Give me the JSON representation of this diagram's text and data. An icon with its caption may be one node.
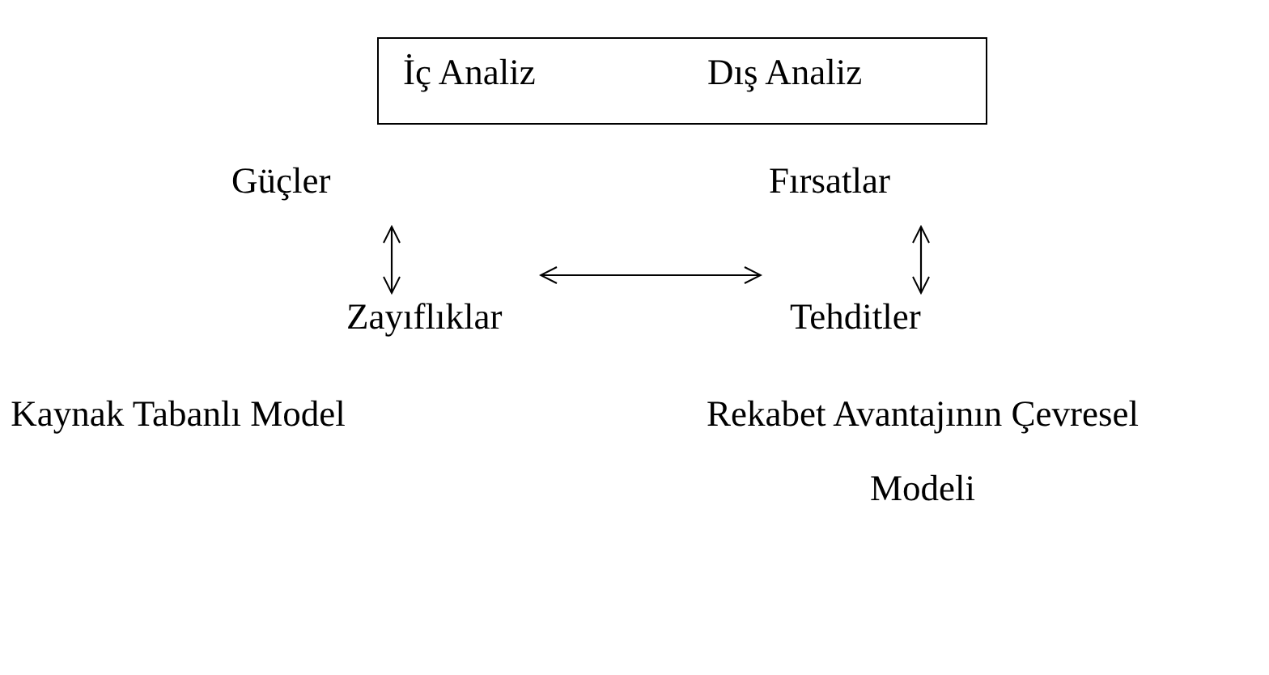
{
  "diagram": {
    "nodes": [
      {
        "text": [
          "İç Analiz",
          "Dış Analiz"
        ]
      },
      {
        "text": [
          "Güçler"
        ]
      },
      {
        "text": [
          "Zayıflıklar"
        ]
      },
      {
        "text": [
          "Fırsatlar"
        ]
      },
      {
        "text": [
          "Tehditler"
        ]
      }
    ],
    "edges": [
      {
        "from": 1,
        "to": 2,
        "arrow": "both"
      },
      {
        "from": 3,
        "to": 4,
        "arrow": "both"
      },
      {
        "from": 2,
        "to": 4,
        "arrow": "both"
      }
    ],
    "labels": [
      "Kaynak Tabanlı Model",
      "Rekabet Avantajının Çevresel Modeli"
    ]
  }
}
